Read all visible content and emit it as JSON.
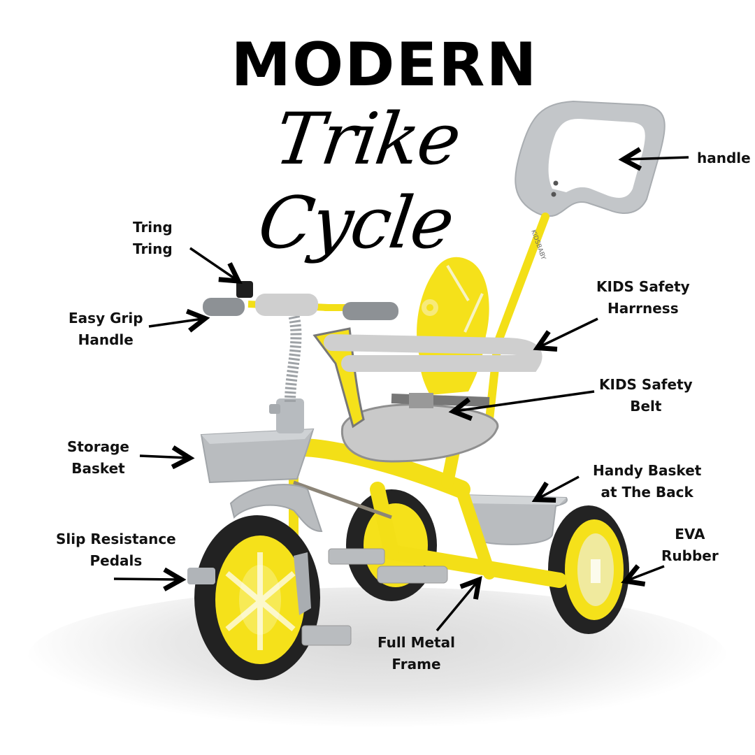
{
  "header": {
    "title": "MODERN",
    "subtitle": "Trike Cycle"
  },
  "colors": {
    "frame_yellow": "#f5e11a",
    "plastic_gray": "#b9bcbf",
    "tire_black": "#222222",
    "text": "#111111"
  },
  "callouts": [
    {
      "id": "handle",
      "lines": [
        "handle"
      ]
    },
    {
      "id": "bell",
      "lines": [
        "Tring",
        "Tring"
      ]
    },
    {
      "id": "grip",
      "lines": [
        "Easy Grip",
        "Handle"
      ]
    },
    {
      "id": "harness",
      "lines": [
        "KIDS Safety",
        "Harrness"
      ]
    },
    {
      "id": "belt",
      "lines": [
        "KIDS Safety",
        "Belt"
      ]
    },
    {
      "id": "storage",
      "lines": [
        "Storage",
        "Basket"
      ]
    },
    {
      "id": "back_basket",
      "lines": [
        "Handy Basket",
        "at The Back"
      ]
    },
    {
      "id": "pedals",
      "lines": [
        "Slip Resistance",
        "Pedals"
      ]
    },
    {
      "id": "wheels",
      "lines": [
        "EVA",
        "Rubber"
      ]
    },
    {
      "id": "frame",
      "lines": [
        "Full Metal",
        "Frame"
      ]
    }
  ]
}
